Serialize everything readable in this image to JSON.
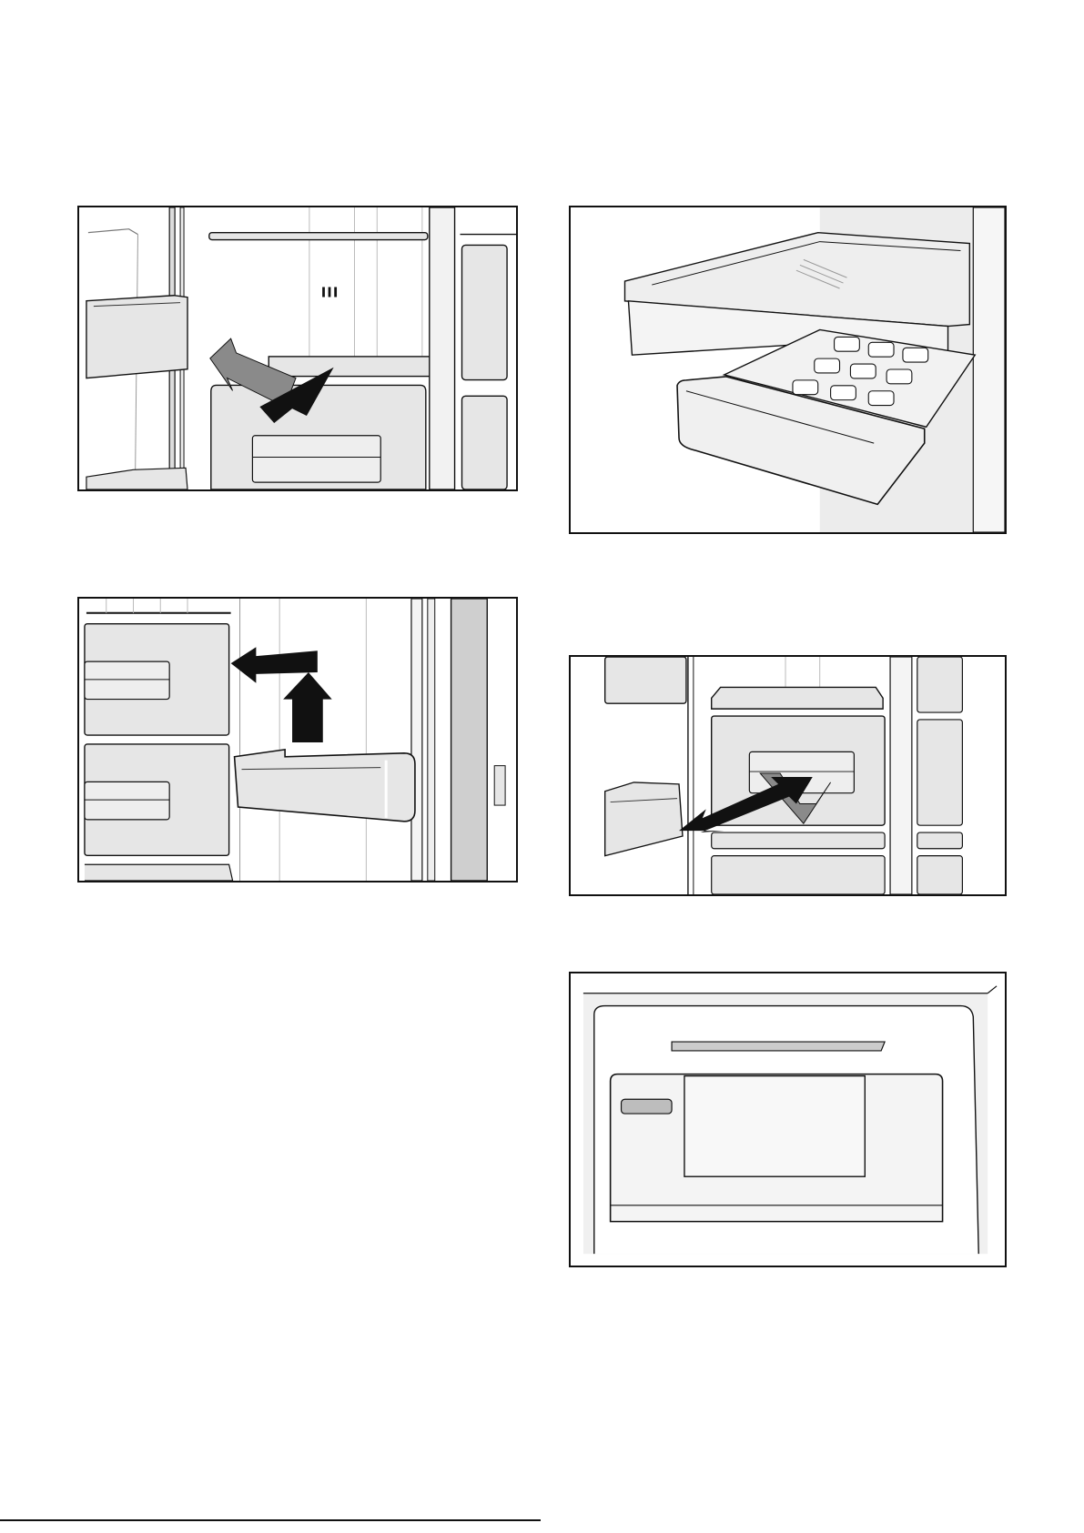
{
  "figures": [
    {
      "id": "fig1",
      "shelf_label": "III"
    },
    {
      "id": "fig2"
    },
    {
      "id": "fig3"
    },
    {
      "id": "fig4"
    },
    {
      "id": "fig5"
    }
  ],
  "colors": {
    "line": "#111111",
    "panel_gray": "#e6e6e6",
    "arrow_dark": "#111111",
    "arrow_gray": "#8a8a8a"
  }
}
